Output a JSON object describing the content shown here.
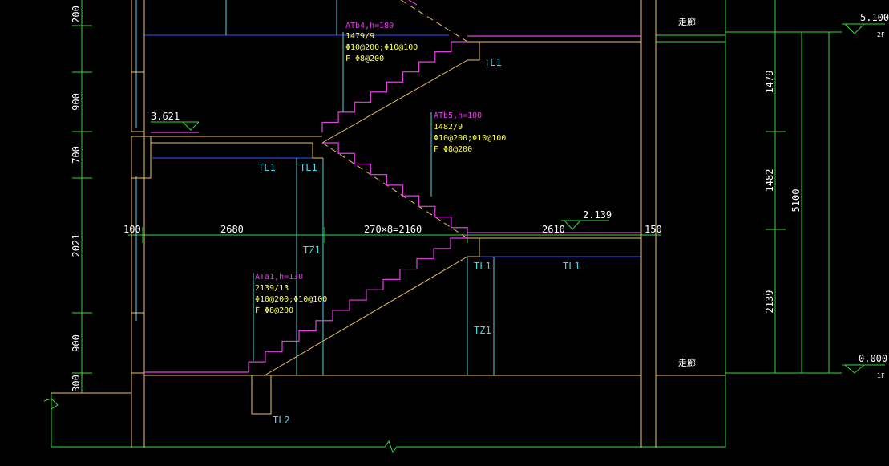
{
  "colors": {
    "background": "#000000",
    "structure": "#f0c060",
    "dimension": "#33dd33",
    "beam_line": "#3355ff",
    "column_line": "#4fd6e6",
    "stair_tag": "#e83ee8",
    "stair_note": "#ffff55",
    "text": "#ffffff"
  },
  "left_dimensions": [
    "200",
    "900",
    "700",
    "2021",
    "900",
    "300"
  ],
  "right_dimensions": [
    "1479",
    "1482",
    "2139"
  ],
  "total_height_dimension": "5100",
  "levels": [
    {
      "value": "5.100",
      "floor": "2F"
    },
    {
      "value": "0.000",
      "floor": "1F"
    }
  ],
  "landing_elevations": [
    "3.621",
    "2.139"
  ],
  "horizontal_dimensions": [
    "100",
    "2680",
    "270×8=2160",
    "2610",
    "150"
  ],
  "room_label": "走廊",
  "stairs": [
    {
      "tag": "ATb4,h=180",
      "steps": "1479/9",
      "rebar_main": "Φ10@200;Φ10@100",
      "rebar_dist": "F Φ8@200"
    },
    {
      "tag": "ATb5,h=100",
      "steps": "1482/9",
      "rebar_main": "Φ10@200;Φ10@100",
      "rebar_dist": "F Φ8@200"
    },
    {
      "tag": "ATa1,h=130",
      "steps": "2139/13",
      "rebar_main": "Φ10@200;Φ10@100",
      "rebar_dist": "F Φ8@200"
    }
  ],
  "beam_marks": {
    "top_right": "TL1",
    "landing_left_a": "TL1",
    "landing_left_b": "TL1",
    "mid_right_a": "TL1",
    "mid_right_b": "TL1",
    "bottom": "TL2"
  },
  "column_marks": [
    "TZ1",
    "TZ1"
  ]
}
